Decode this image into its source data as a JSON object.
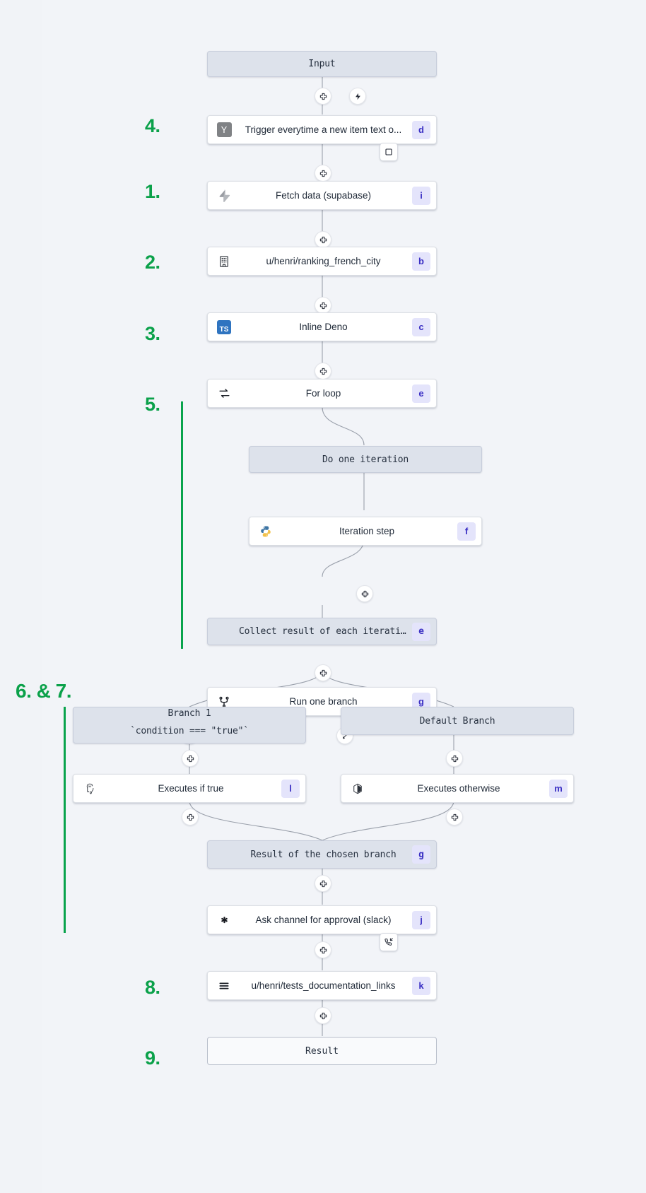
{
  "theme": {
    "bg": "#f1f3f7",
    "accent_green": "#0ba14a",
    "badge_bg": "#e4e4fb",
    "badge_fg": "#3b30c4",
    "virtual_bg": "#dde2eb",
    "module_bg": "#ffffff"
  },
  "flow": {
    "title_input": "Input",
    "title_result": "Result",
    "nodes": {
      "input": {
        "label": "Input",
        "kind": "virtual",
        "badge": "",
        "icon": ""
      },
      "trigger": {
        "label": "Trigger everytime a new item text o...",
        "kind": "module",
        "badge": "d",
        "icon": "yaml-y-icon"
      },
      "fetch_data": {
        "label": "Fetch data (supabase)",
        "kind": "module",
        "badge": "i",
        "icon": "supabase-bolt-icon"
      },
      "ranking_city": {
        "label": "u/henri/ranking_french_city",
        "kind": "module",
        "badge": "b",
        "icon": "building-icon"
      },
      "inline_deno": {
        "label": "Inline Deno",
        "kind": "module",
        "badge": "c",
        "icon": "typescript-icon"
      },
      "for_loop": {
        "label": "For loop",
        "kind": "module",
        "badge": "e",
        "icon": "loop-arrows-icon"
      },
      "do_one_iteration": {
        "label": "Do one iteration",
        "kind": "virtual",
        "badge": "",
        "icon": ""
      },
      "iteration_step": {
        "label": "Iteration step",
        "kind": "module",
        "badge": "f",
        "icon": "python-icon"
      },
      "collect_result": {
        "label": "Collect result of each iteration",
        "kind": "virtual",
        "badge": "e",
        "icon": ""
      },
      "run_one_branch": {
        "label": "Run one branch",
        "kind": "module",
        "badge": "g",
        "icon": "branch-fork-icon"
      },
      "branch_1": {
        "label": "Branch 1",
        "label2": "`condition === \"true\"`",
        "kind": "virtual",
        "badge": "",
        "icon": ""
      },
      "default_branch": {
        "label": "Default Branch",
        "kind": "virtual",
        "badge": "",
        "icon": ""
      },
      "executes_if_true": {
        "label": "Executes if true",
        "kind": "module",
        "badge": "l",
        "icon": "postgres-elephant-icon"
      },
      "executes_other": {
        "label": "Executes otherwise",
        "kind": "module",
        "badge": "m",
        "icon": "bun-icon"
      },
      "chosen_result": {
        "label": "Result of the chosen branch",
        "kind": "virtual",
        "badge": "g",
        "icon": ""
      },
      "ask_approval": {
        "label": "Ask channel for approval (slack)",
        "kind": "module",
        "badge": "j",
        "icon": "gear-asterisk-icon"
      },
      "tests_docs": {
        "label": "u/henri/tests_documentation_links",
        "kind": "module",
        "badge": "k",
        "icon": "hamburger-lines-icon"
      },
      "result": {
        "label": "Result",
        "kind": "endpoint",
        "badge": "",
        "icon": ""
      }
    },
    "handles": {
      "plus": "plus-icon",
      "bolt": "bolt-icon",
      "close": "close-icon",
      "shuffle": "shuffle-branch-icon",
      "square": "stop-square-icon",
      "phone": "phone-incoming-icon"
    }
  },
  "annotations": {
    "steps": [
      {
        "id": "step-4",
        "text": "4."
      },
      {
        "id": "step-1",
        "text": "1."
      },
      {
        "id": "step-2",
        "text": "2."
      },
      {
        "id": "step-3",
        "text": "3."
      },
      {
        "id": "step-5",
        "text": "5."
      },
      {
        "id": "step-6-7",
        "text": "6. & 7."
      },
      {
        "id": "step-8",
        "text": "8."
      },
      {
        "id": "step-9",
        "text": "9."
      }
    ]
  }
}
